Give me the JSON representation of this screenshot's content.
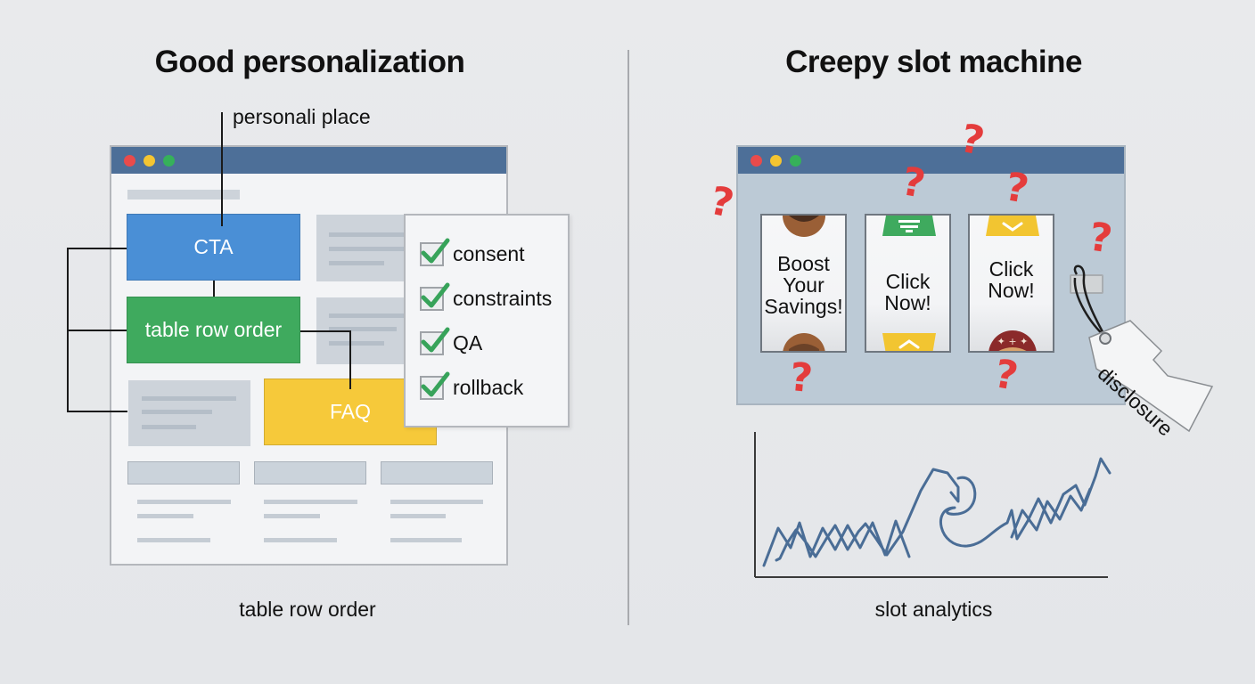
{
  "left_panel": {
    "title": "Good personalization",
    "annotation": "personali place",
    "window_dots": [
      "red",
      "yellow",
      "green"
    ],
    "blocks": {
      "cta": {
        "label": "CTA",
        "color": "#4a8fd6"
      },
      "table_row_order": {
        "label": "table row order",
        "color": "#3faa5e"
      },
      "faq": {
        "label": "FAQ",
        "color": "#f6c93a"
      }
    },
    "checklist": {
      "items": [
        {
          "label": "consent",
          "checked": true
        },
        {
          "label": "constraints",
          "checked": true
        },
        {
          "label": "QA",
          "checked": true
        },
        {
          "label": "rollback",
          "checked": true
        }
      ],
      "check_color": "#37a35a"
    },
    "caption": "table row order"
  },
  "right_panel": {
    "title": "Creepy slot machine",
    "window_dots": [
      "red",
      "yellow",
      "green"
    ],
    "reels": [
      {
        "text_lines": [
          "Boost",
          "Your",
          "Savings!"
        ],
        "top_icon": "face-icon",
        "bottom_icon": "face-icon"
      },
      {
        "text_lines": [
          "Click",
          "Now!"
        ],
        "top_icon": "green-filter-icon",
        "bottom_icon": "yellow-up-chevron-icon"
      },
      {
        "text_lines": [
          "Click",
          "Now!"
        ],
        "top_icon": "yellow-down-chevron-icon",
        "bottom_icon": "dark-red-badge-icon"
      }
    ],
    "question_mark": "?",
    "question_color": "#e43c3c",
    "tag_label": "disclosure",
    "chart_caption": "slot analytics",
    "line_color": "#4a6d96"
  }
}
